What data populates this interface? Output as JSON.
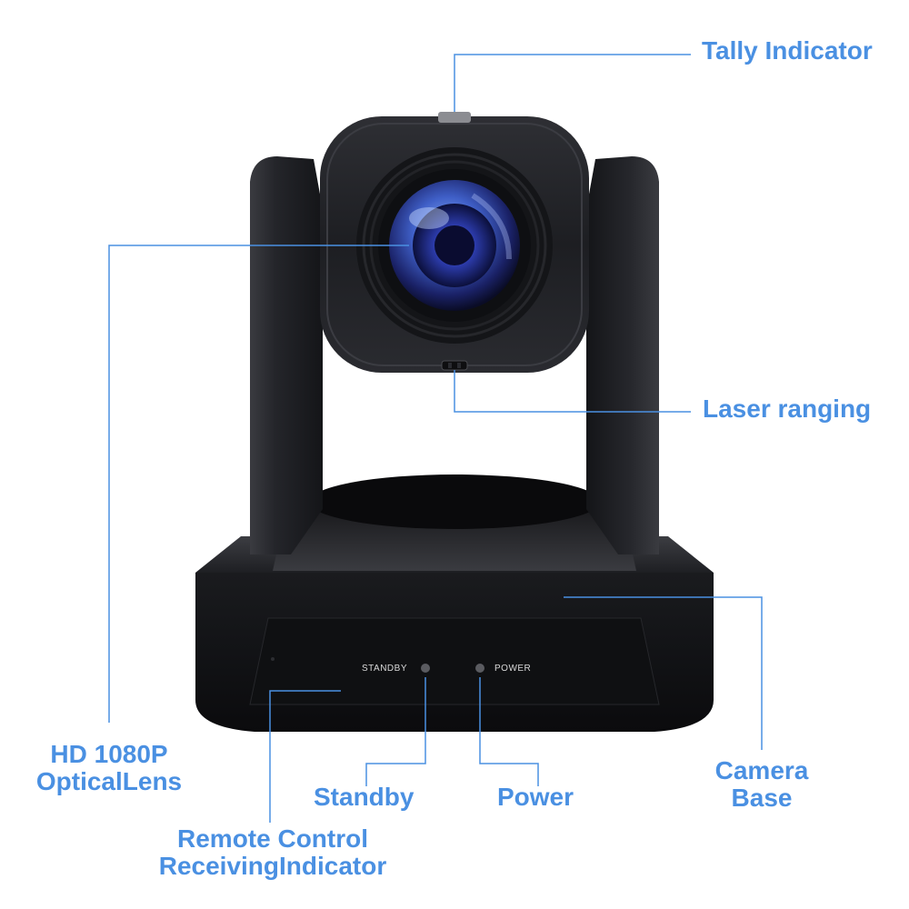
{
  "labels": {
    "tally": "Tally Indicator",
    "lens": [
      "HD 1080P",
      "OpticalLens"
    ],
    "laser": "Laser ranging",
    "base": [
      "Camera",
      "Base"
    ],
    "standby": "Standby",
    "power": "Power",
    "remote": [
      "Remote Control",
      "ReceivingIndicator"
    ]
  },
  "panel": {
    "standby_text": "STANDBY",
    "power_text": "POWER"
  },
  "colors": {
    "label": "#4a90e2",
    "leader_line": "#4a90e2",
    "camera_body": "#1c1d20"
  }
}
